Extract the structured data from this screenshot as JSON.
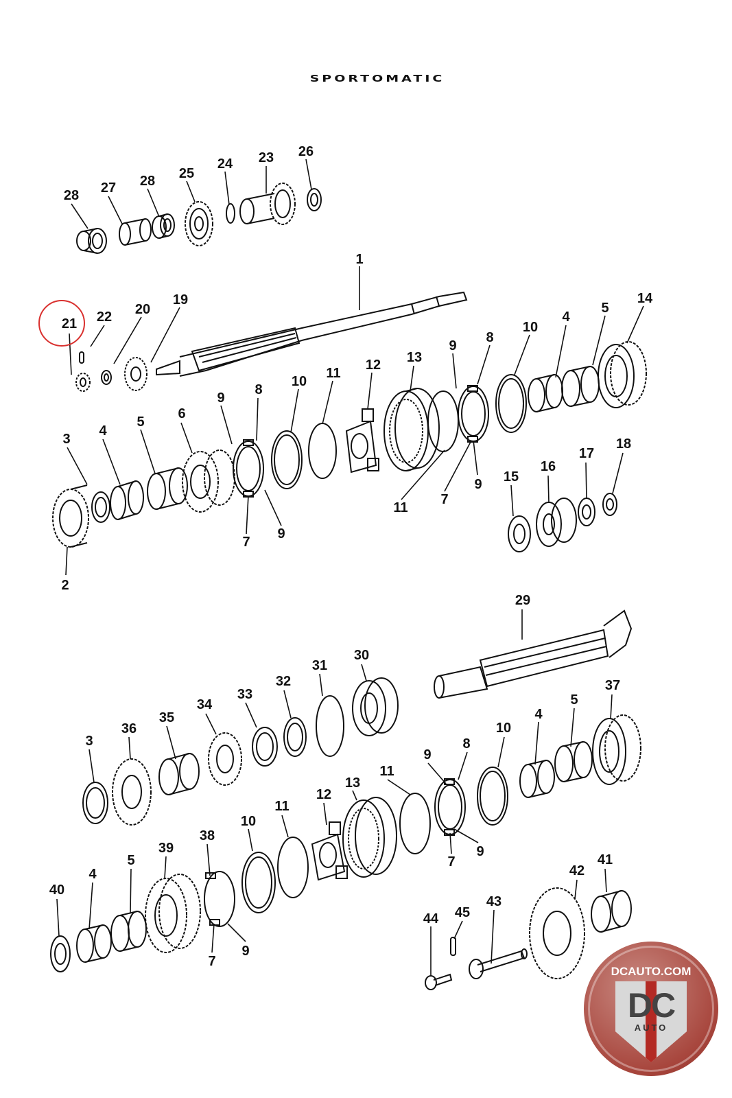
{
  "title": "SPORTOMATIC",
  "highlighted_part": "21",
  "highlight_color": "#d9302e",
  "logo": {
    "url_text": "DCAUTO.COM",
    "brand": "DC",
    "sub": "AUTO",
    "color": "#a7453c"
  },
  "labels": [
    {
      "id": "28a",
      "text": "28"
    },
    {
      "id": "27",
      "text": "27"
    },
    {
      "id": "28b",
      "text": "28"
    },
    {
      "id": "25",
      "text": "25"
    },
    {
      "id": "24",
      "text": "24"
    },
    {
      "id": "23",
      "text": "23"
    },
    {
      "id": "26",
      "text": "26"
    },
    {
      "id": "1",
      "text": "1"
    },
    {
      "id": "21",
      "text": "21"
    },
    {
      "id": "22",
      "text": "22"
    },
    {
      "id": "20",
      "text": "20"
    },
    {
      "id": "19",
      "text": "19"
    },
    {
      "id": "3a",
      "text": "3"
    },
    {
      "id": "4a",
      "text": "4"
    },
    {
      "id": "5a",
      "text": "5"
    },
    {
      "id": "6",
      "text": "6"
    },
    {
      "id": "9a",
      "text": "9"
    },
    {
      "id": "8a",
      "text": "8"
    },
    {
      "id": "10a",
      "text": "10"
    },
    {
      "id": "11a",
      "text": "11"
    },
    {
      "id": "12a",
      "text": "12"
    },
    {
      "id": "13a",
      "text": "13"
    },
    {
      "id": "9b",
      "text": "9"
    },
    {
      "id": "8b",
      "text": "8"
    },
    {
      "id": "10b",
      "text": "10"
    },
    {
      "id": "4b",
      "text": "4"
    },
    {
      "id": "5b",
      "text": "5"
    },
    {
      "id": "14",
      "text": "14"
    },
    {
      "id": "2",
      "text": "2"
    },
    {
      "id": "7a",
      "text": "7"
    },
    {
      "id": "9c",
      "text": "9"
    },
    {
      "id": "11b",
      "text": "11"
    },
    {
      "id": "7b",
      "text": "7"
    },
    {
      "id": "9d",
      "text": "9"
    },
    {
      "id": "15",
      "text": "15"
    },
    {
      "id": "16",
      "text": "16"
    },
    {
      "id": "17",
      "text": "17"
    },
    {
      "id": "18",
      "text": "18"
    },
    {
      "id": "29",
      "text": "29"
    },
    {
      "id": "30",
      "text": "30"
    },
    {
      "id": "31",
      "text": "31"
    },
    {
      "id": "32",
      "text": "32"
    },
    {
      "id": "33",
      "text": "33"
    },
    {
      "id": "34",
      "text": "34"
    },
    {
      "id": "35",
      "text": "35"
    },
    {
      "id": "36",
      "text": "36"
    },
    {
      "id": "3b",
      "text": "3"
    },
    {
      "id": "37",
      "text": "37"
    },
    {
      "id": "5c",
      "text": "5"
    },
    {
      "id": "4c",
      "text": "4"
    },
    {
      "id": "10c",
      "text": "10"
    },
    {
      "id": "8c",
      "text": "8"
    },
    {
      "id": "9e",
      "text": "9"
    },
    {
      "id": "11c",
      "text": "11"
    },
    {
      "id": "13b",
      "text": "13"
    },
    {
      "id": "12b",
      "text": "12"
    },
    {
      "id": "11d",
      "text": "11"
    },
    {
      "id": "10d",
      "text": "10"
    },
    {
      "id": "9f",
      "text": "9"
    },
    {
      "id": "7c",
      "text": "7"
    },
    {
      "id": "38",
      "text": "38"
    },
    {
      "id": "39",
      "text": "39"
    },
    {
      "id": "5d",
      "text": "5"
    },
    {
      "id": "4d",
      "text": "4"
    },
    {
      "id": "40",
      "text": "40"
    },
    {
      "id": "7d",
      "text": "7"
    },
    {
      "id": "9g",
      "text": "9"
    },
    {
      "id": "44",
      "text": "44"
    },
    {
      "id": "45",
      "text": "45"
    },
    {
      "id": "43",
      "text": "43"
    },
    {
      "id": "42",
      "text": "42"
    },
    {
      "id": "41",
      "text": "41"
    }
  ]
}
